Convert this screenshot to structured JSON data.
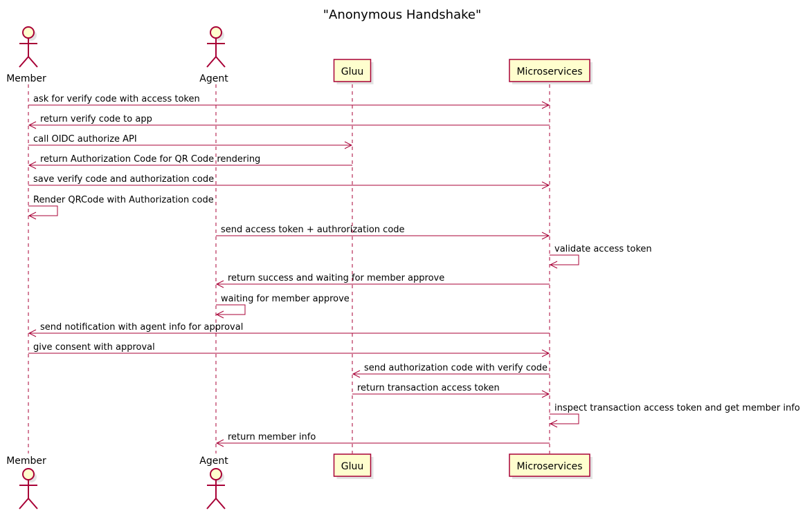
{
  "title": "\"Anonymous Handshake\"",
  "participants": [
    {
      "id": "member",
      "name": "Member",
      "kind": "actor"
    },
    {
      "id": "agent",
      "name": "Agent",
      "kind": "actor"
    },
    {
      "id": "gluu",
      "name": "Gluu",
      "kind": "participant"
    },
    {
      "id": "micro",
      "name": "Microservices",
      "kind": "participant"
    }
  ],
  "messages": [
    {
      "from": "member",
      "to": "micro",
      "text": "ask for verify code with access token"
    },
    {
      "from": "micro",
      "to": "member",
      "text": "return verify code to app"
    },
    {
      "from": "member",
      "to": "gluu",
      "text": "call OIDC authorize API"
    },
    {
      "from": "gluu",
      "to": "member",
      "text": "return Authorization Code for QR Code rendering"
    },
    {
      "from": "member",
      "to": "micro",
      "text": "save verify code and authorization code"
    },
    {
      "from": "member",
      "to": "member",
      "text": "Render QRCode with Authorization code"
    },
    {
      "from": "agent",
      "to": "micro",
      "text": "send access token + authrorization code"
    },
    {
      "from": "micro",
      "to": "micro",
      "text": "validate access token"
    },
    {
      "from": "micro",
      "to": "agent",
      "text": "return success and waiting for member approve"
    },
    {
      "from": "agent",
      "to": "agent",
      "text": "waiting for member approve"
    },
    {
      "from": "micro",
      "to": "member",
      "text": "send notification with agent info for approval"
    },
    {
      "from": "member",
      "to": "micro",
      "text": "give consent with approval"
    },
    {
      "from": "micro",
      "to": "gluu",
      "text": "send authorization code with verify code"
    },
    {
      "from": "gluu",
      "to": "micro",
      "text": "return transaction access token"
    },
    {
      "from": "micro",
      "to": "micro",
      "text": "inspect transaction access token and get member info"
    },
    {
      "from": "micro",
      "to": "agent",
      "text": "return member info"
    }
  ]
}
